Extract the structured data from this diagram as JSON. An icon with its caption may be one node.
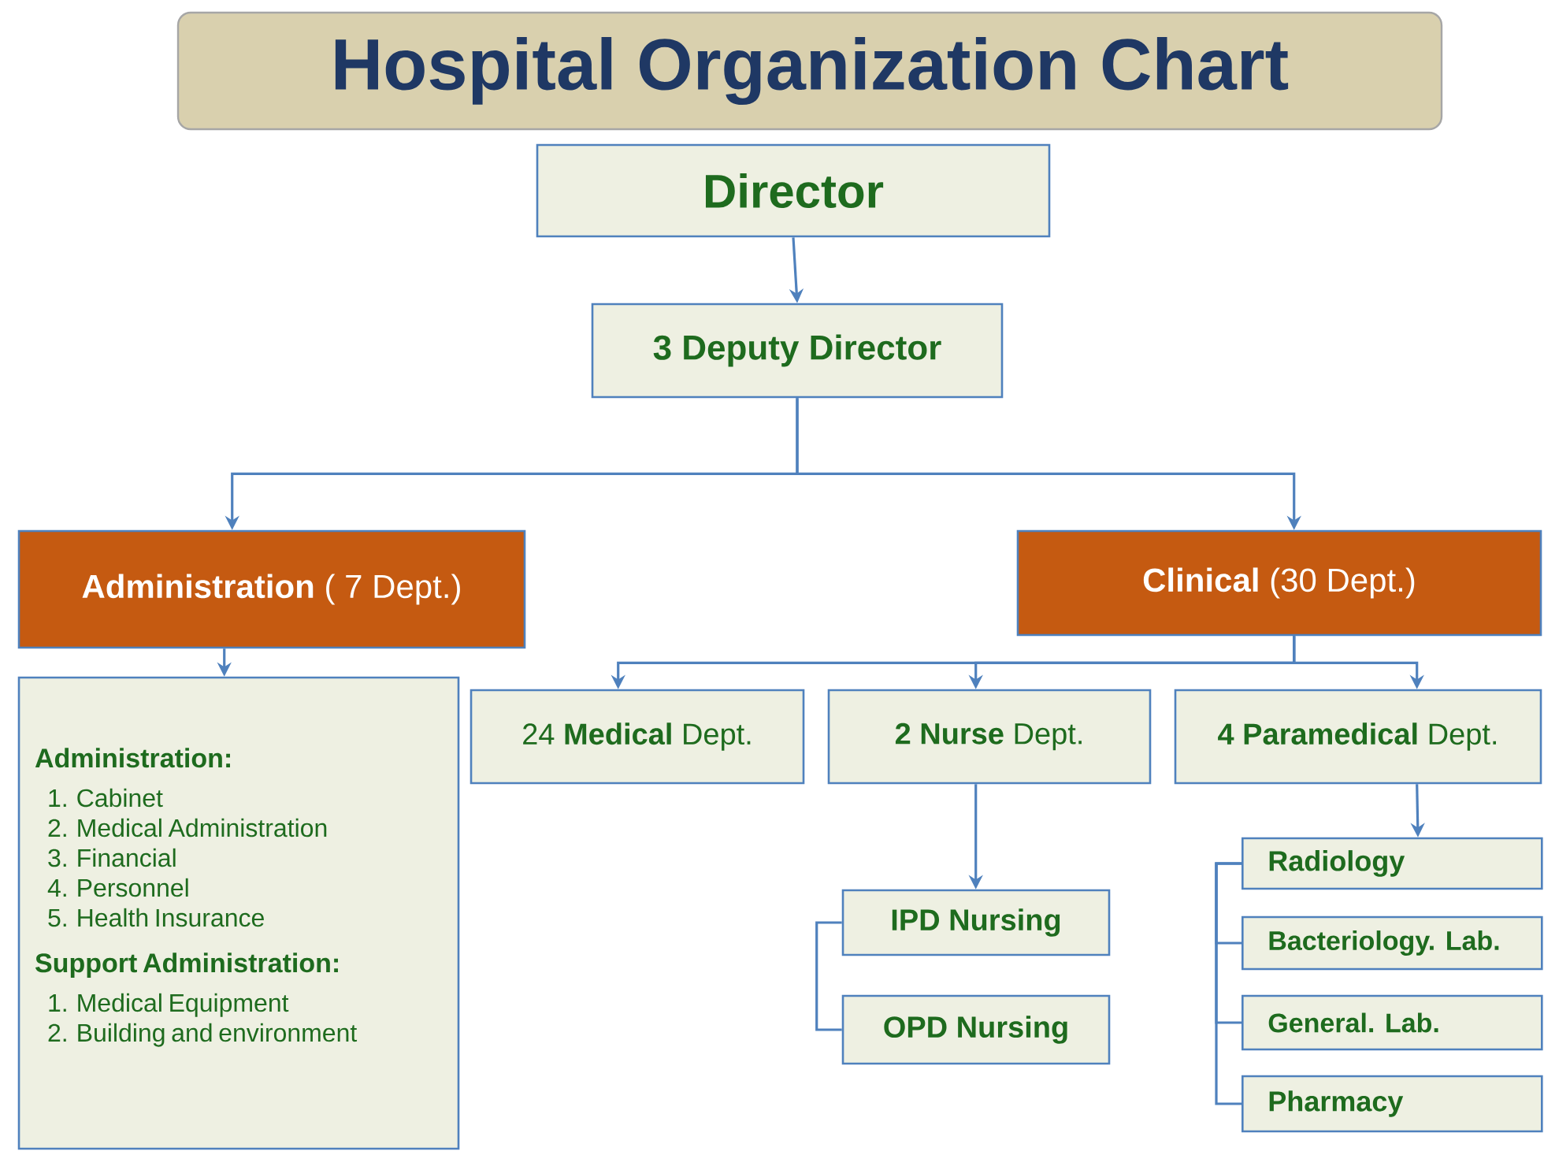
{
  "diagram": {
    "title": "Hospital Organization Chart",
    "nodes": [
      {
        "text": [
          "Director"
        ]
      },
      {
        "text": [
          "3 Deputy Director"
        ]
      },
      {
        "text": [
          "**Administration** ( 7 Dept.)"
        ]
      },
      {
        "text": [
          "**Clinical** (30 Dept.)"
        ]
      },
      {
        "text": [
          "Administration:",
          "1. Cabinet",
          "2. Medical Administration",
          "3. Financial",
          "4. Personnel",
          "5. Health Insurance",
          "Support Administration:",
          "1. Medical Equipment",
          "2. Building and environment"
        ]
      },
      {
        "text": [
          "24 **Medical** Dept."
        ]
      },
      {
        "text": [
          "**2 Nurse** Dept."
        ]
      },
      {
        "text": [
          "**4 Paramedical** Dept."
        ]
      },
      {
        "text": [
          "IPD Nursing"
        ]
      },
      {
        "text": [
          "OPD Nursing"
        ]
      },
      {
        "text": [
          "Radiology"
        ]
      },
      {
        "text": [
          "Bacteriology. Lab."
        ]
      },
      {
        "text": [
          "General. Lab."
        ]
      },
      {
        "text": [
          "Pharmacy"
        ]
      }
    ],
    "edges": [
      {
        "from": 0,
        "to": 1,
        "arrow": "to"
      },
      {
        "from": 1,
        "to": 2,
        "arrow": "to"
      },
      {
        "from": 1,
        "to": 3,
        "arrow": "to"
      },
      {
        "from": 2,
        "to": 4,
        "arrow": "to"
      },
      {
        "from": 3,
        "to": 5,
        "arrow": "to"
      },
      {
        "from": 3,
        "to": 6,
        "arrow": "to"
      },
      {
        "from": 3,
        "to": 7,
        "arrow": "to"
      },
      {
        "from": 6,
        "to": 8,
        "arrow": "to"
      },
      {
        "from": 8,
        "to": 9,
        "arrow": "none"
      },
      {
        "from": 7,
        "to": 10,
        "arrow": "to"
      },
      {
        "from": 10,
        "to": 11,
        "arrow": "none"
      },
      {
        "from": 10,
        "to": 12,
        "arrow": "none"
      },
      {
        "from": 10,
        "to": 13,
        "arrow": "none"
      }
    ]
  }
}
